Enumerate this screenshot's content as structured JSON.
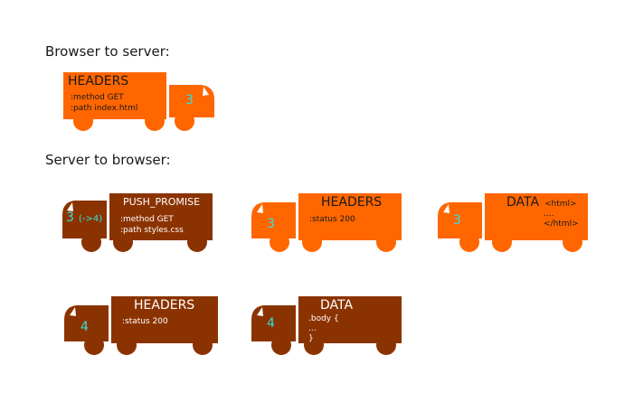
{
  "labels": {
    "browser_to_server": "Browser to server:",
    "server_to_browser": "Server to browser:"
  },
  "colors": {
    "orange": "#ff6600",
    "brown": "#8b3300",
    "stream_id": "#33e0e0"
  },
  "trucks": {
    "request": {
      "frame": "HEADERS",
      "line1": ":method GET",
      "line2": ":path index.html",
      "stream": "3"
    },
    "response_headers": {
      "frame": "HEADERS",
      "line1": ":status 200",
      "stream": "3"
    },
    "response_data": {
      "frame": "DATA",
      "inline": "<html>",
      "line1": "....",
      "line2": "</html>",
      "stream": "3"
    },
    "push_promise": {
      "frame": "PUSH_PROMISE",
      "line1": ":method GET",
      "line2": ":path styles.css",
      "stream": "3",
      "promised": "(->4)"
    },
    "push_headers": {
      "frame": "HEADERS",
      "line1": ":status 200",
      "stream": "4"
    },
    "push_data": {
      "frame": "DATA",
      "line1": ".body {",
      "line2": "...",
      "line3": "}",
      "stream": "4"
    }
  }
}
